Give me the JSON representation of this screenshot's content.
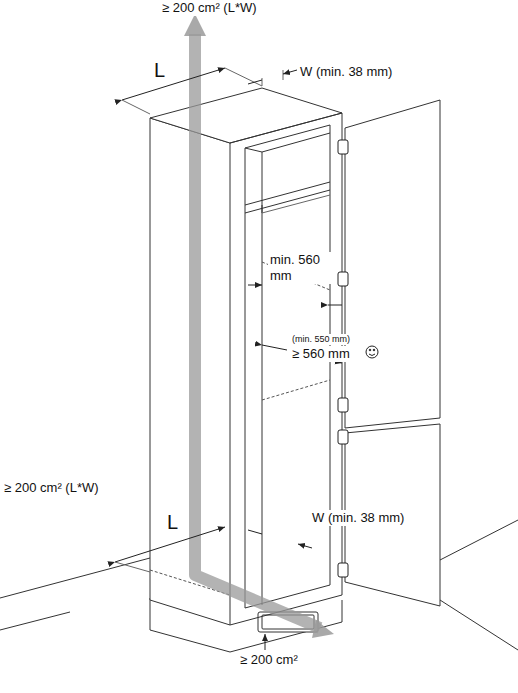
{
  "diagram": {
    "labels": [
      "≥ 200 cm² (L*W)",
      "L",
      "W (min. 38 mm)",
      "min. 560 mm",
      "(min. 550 mm)",
      "≥ 560 mm",
      "≥ 200 cm² (L*W)",
      "L",
      "W (min. 38 mm)",
      "≥ 200 cm²"
    ]
  }
}
